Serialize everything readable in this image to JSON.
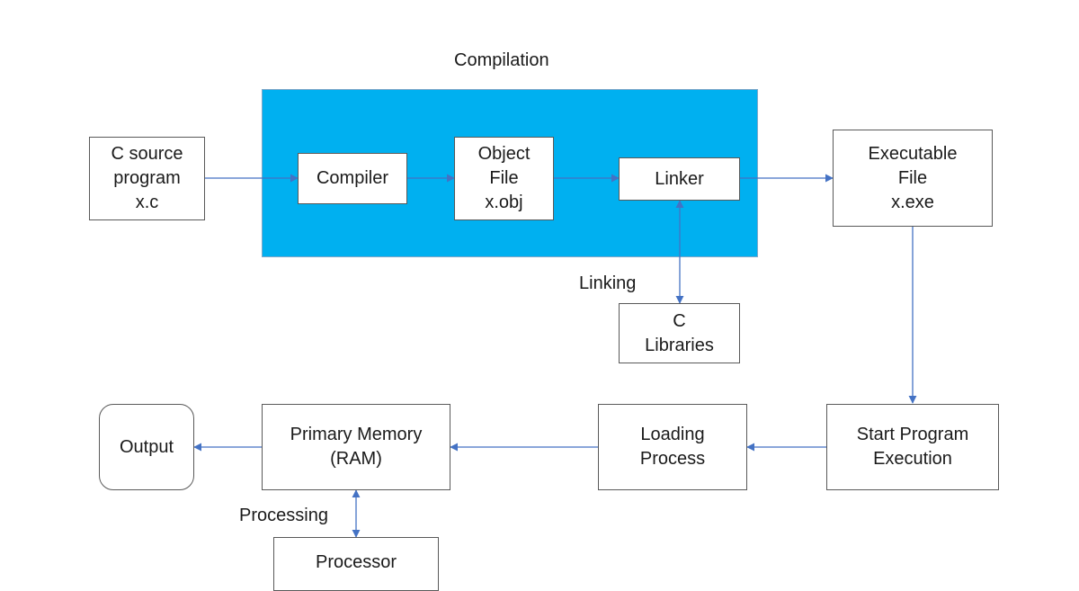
{
  "labels": {
    "compilation": "Compilation",
    "linking": "Linking",
    "processing": "Processing"
  },
  "nodes": {
    "source": {
      "line1": "C source",
      "line2": "program",
      "line3": "x.c"
    },
    "compiler": {
      "line1": "Compiler"
    },
    "object": {
      "line1": "Object",
      "line2": "File",
      "line3": "x.obj"
    },
    "linker": {
      "line1": "Linker"
    },
    "executable": {
      "line1": "Executable",
      "line2": "File",
      "line3": "x.exe"
    },
    "libraries": {
      "line1": "C",
      "line2": "Libraries"
    },
    "start": {
      "line1": "Start Program",
      "line2": "Execution"
    },
    "loading": {
      "line1": "Loading",
      "line2": "Process"
    },
    "memory": {
      "line1": "Primary Memory",
      "line2": "(RAM)"
    },
    "output": {
      "line1": "Output"
    },
    "processor": {
      "line1": "Processor"
    }
  },
  "colors": {
    "compile_area": "#00b0f0",
    "arrow": "#4472c4",
    "box_border": "#595959"
  }
}
